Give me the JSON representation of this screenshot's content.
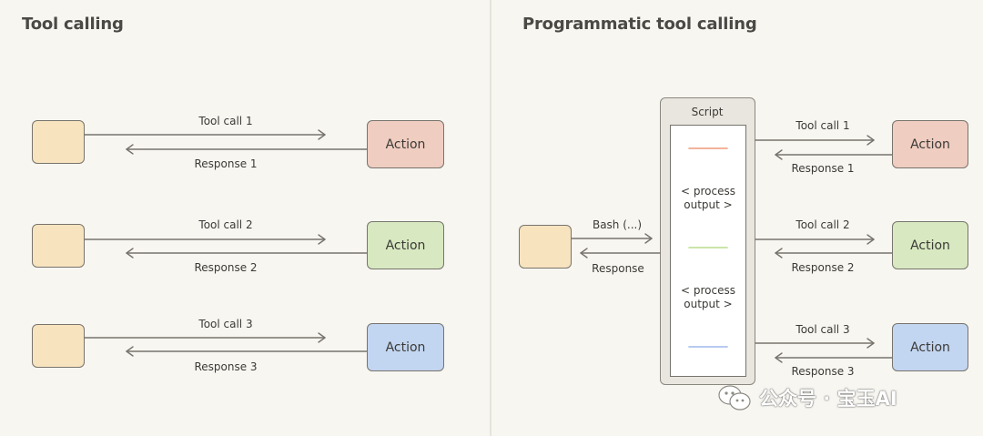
{
  "left": {
    "title": "Tool calling",
    "rows": [
      {
        "call": "Tool call 1",
        "response": "Response 1",
        "action": "Action",
        "color": "#f0cdc1"
      },
      {
        "call": "Tool call 2",
        "response": "Response 2",
        "action": "Action",
        "color": "#d8e9c1"
      },
      {
        "call": "Tool call 3",
        "response": "Response 3",
        "action": "Action",
        "color": "#c3d6f1"
      }
    ]
  },
  "right": {
    "title": "Programmatic tool calling",
    "script_label": "Script",
    "bash_label": "Bash (...)",
    "response_label": "Response",
    "process_output_1": "< process output >",
    "process_output_2": "< process output >",
    "rows": [
      {
        "call": "Tool call 1",
        "response": "Response 1",
        "action": "Action",
        "color": "#f0cdc1"
      },
      {
        "call": "Tool call 2",
        "response": "Response 2",
        "action": "Action",
        "color": "#d8e9c1"
      },
      {
        "call": "Tool call 3",
        "response": "Response 3",
        "action": "Action",
        "color": "#c3d6f1"
      }
    ],
    "line_colors": [
      "#ef9a7a",
      "#b9dc8e",
      "#9fb8ec"
    ]
  },
  "watermark": {
    "text": "公众号 · 宝玉AI",
    "icon": "wechat-icon"
  },
  "colors": {
    "background": "#f8f6f1",
    "client_fill": "#f8e3bf",
    "stroke": "#77746d"
  }
}
